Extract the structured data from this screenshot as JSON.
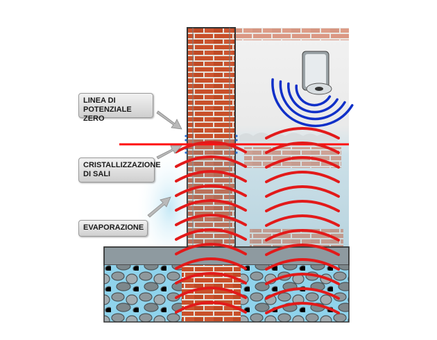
{
  "labels": {
    "linea_line1": "LINEA DI",
    "linea_line2": "POTENZIALE ZERO",
    "cristal_line1": "CRISTALLIZZAZIONE",
    "cristal_line2": "DI SALI",
    "evaporazione": "EVAPORAZIONE"
  },
  "colors": {
    "wave_red": "#e21a1a",
    "wave_blue": "#1030c8",
    "zero_line": "#ff1010",
    "brick": "#c9502a",
    "mortar": "#e8e2da",
    "concrete": "#8e9aa0",
    "water": "#8fd3ec"
  },
  "icons": {
    "device": "wall-mounted-emitter-icon"
  }
}
